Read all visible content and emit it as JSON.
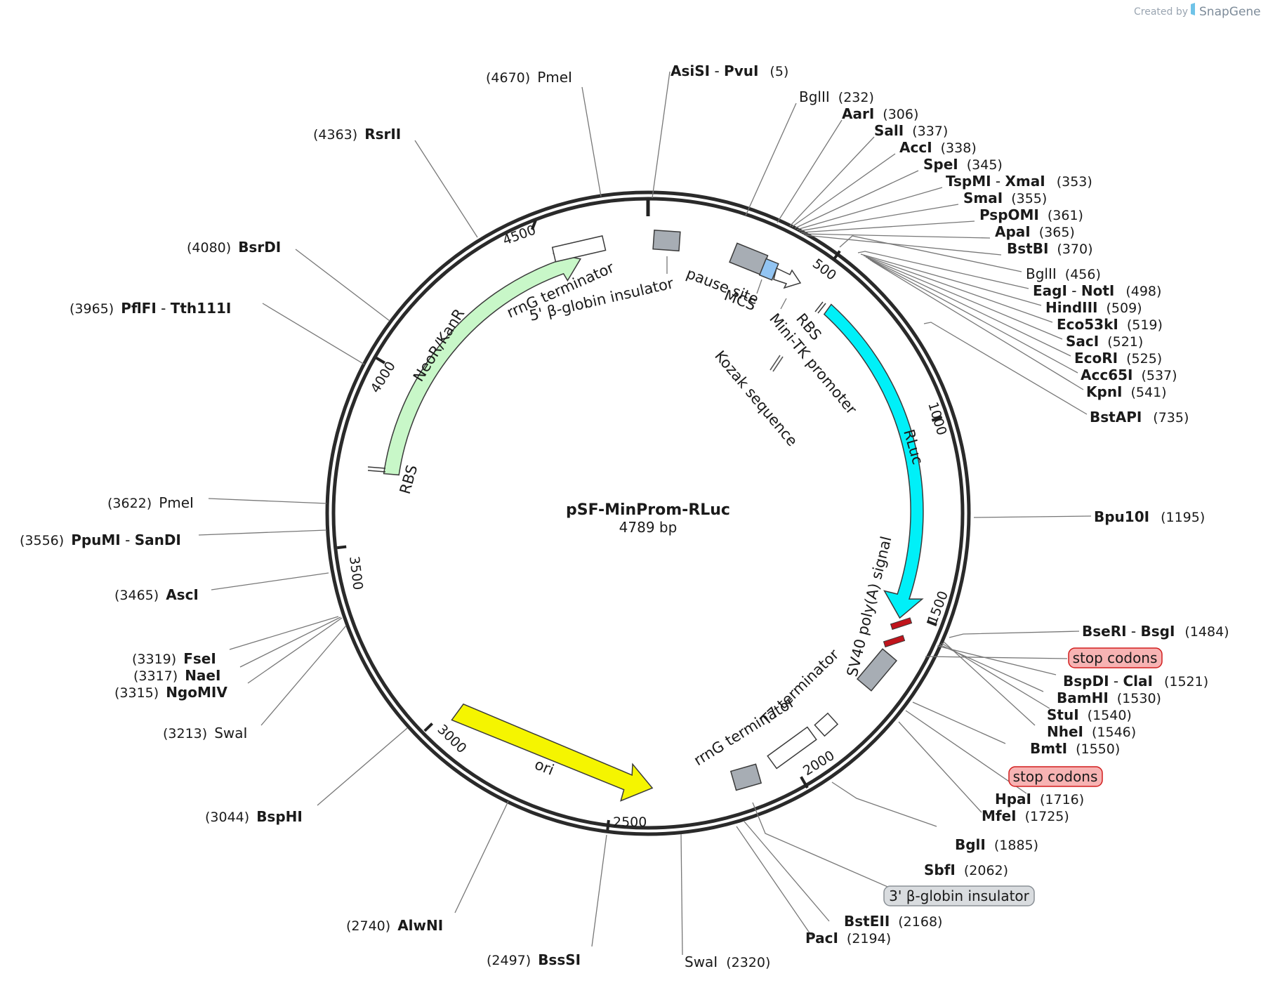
{
  "credit": {
    "created_by": "Created by",
    "brand": "SnapGene"
  },
  "plasmid": {
    "name": "pSF-MinProm-RLuc",
    "size": "4789 bp",
    "length": 4789
  },
  "ticks": [
    500,
    1000,
    1500,
    2000,
    2500,
    3000,
    3500,
    4000,
    4500
  ],
  "colors": {
    "rluc": "#00f0f8",
    "neo": "#c8f7c8",
    "ori": "#f5f500",
    "grey_feature": "#a7adb4",
    "rbs_blue": "#92c4f2",
    "stop_red": "#c0141c",
    "badge_red": "#f7b3b3",
    "badge_grey": "#d9dcdf"
  },
  "features": {
    "pause_site": "pause site",
    "mcs": "MCS",
    "rbs_top": "RBS",
    "mini_tk": "Mini-TK promoter",
    "kozak": "Kozak sequence",
    "rluc": "RLuc",
    "sv40": "SV40 poly(A) signal",
    "t7": "T7 terminator",
    "rrng_bottom": "rrnG terminator",
    "ori": "ori",
    "neo": "NeoR/KanR",
    "rbs_left": "RBS",
    "rrng_top": "rrnG terminator",
    "globin5": "5' β-globin insulator"
  },
  "sites": [
    {
      "parts": [
        "AsiSI",
        " - ",
        "PvuI"
      ],
      "pos": "(5)"
    },
    {
      "parts": [
        "BglII"
      ],
      "pos": "(232)"
    },
    {
      "parts": [
        "AarI"
      ],
      "pos": "(306)"
    },
    {
      "parts": [
        "SalI"
      ],
      "pos": "(337)"
    },
    {
      "parts": [
        "AccI"
      ],
      "pos": "(338)"
    },
    {
      "parts": [
        "SpeI"
      ],
      "pos": "(345)"
    },
    {
      "parts": [
        "TspMI",
        " - ",
        "XmaI"
      ],
      "pos": "(353)"
    },
    {
      "parts": [
        "SmaI"
      ],
      "pos": "(355)"
    },
    {
      "parts": [
        "PspOMI"
      ],
      "pos": "(361)"
    },
    {
      "parts": [
        "ApaI"
      ],
      "pos": "(365)"
    },
    {
      "parts": [
        "BstBI"
      ],
      "pos": "(370)"
    },
    {
      "parts": [
        "BglII"
      ],
      "pos": "(456)"
    },
    {
      "parts": [
        "EagI",
        " - ",
        "NotI"
      ],
      "pos": "(498)"
    },
    {
      "parts": [
        "HindIII"
      ],
      "pos": "(509)"
    },
    {
      "parts": [
        "Eco53kI"
      ],
      "pos": "(519)"
    },
    {
      "parts": [
        "SacI"
      ],
      "pos": "(521)"
    },
    {
      "parts": [
        "EcoRI"
      ],
      "pos": "(525)"
    },
    {
      "parts": [
        "Acc65I"
      ],
      "pos": "(537)"
    },
    {
      "parts": [
        "KpnI"
      ],
      "pos": "(541)"
    },
    {
      "parts": [
        "BstAPI"
      ],
      "pos": "(735)"
    },
    {
      "parts": [
        "Bpu10I"
      ],
      "pos": "(1195)"
    },
    {
      "parts": [
        "BseRI",
        " - ",
        "BsgI"
      ],
      "pos": "(1484)"
    },
    {
      "parts": [
        "BspDI",
        " - ",
        "ClaI"
      ],
      "pos": "(1521)"
    },
    {
      "parts": [
        "BamHI"
      ],
      "pos": "(1530)"
    },
    {
      "parts": [
        "StuI"
      ],
      "pos": "(1540)"
    },
    {
      "parts": [
        "NheI"
      ],
      "pos": "(1546)"
    },
    {
      "parts": [
        "BmtI"
      ],
      "pos": "(1550)"
    },
    {
      "parts": [
        "HpaI"
      ],
      "pos": "(1716)"
    },
    {
      "parts": [
        "MfeI"
      ],
      "pos": "(1725)"
    },
    {
      "parts": [
        "BglI"
      ],
      "pos": "(1885)"
    },
    {
      "parts": [
        "SbfI"
      ],
      "pos": "(2062)"
    },
    {
      "parts": [
        "BstEII"
      ],
      "pos": "(2168)"
    },
    {
      "parts": [
        "PacI"
      ],
      "pos": "(2194)"
    },
    {
      "parts": [
        "SwaI"
      ],
      "pos": "(2320)"
    },
    {
      "parts": [
        "BssSI"
      ],
      "pos": "(2497)"
    },
    {
      "parts": [
        "AlwNI"
      ],
      "pos": "(2740)"
    },
    {
      "parts": [
        "BspHI"
      ],
      "pos": "(3044)"
    },
    {
      "parts": [
        "SwaI"
      ],
      "pos": "(3213)"
    },
    {
      "parts": [
        "NgoMIV"
      ],
      "pos": "(3315)"
    },
    {
      "parts": [
        "NaeI"
      ],
      "pos": "(3317)"
    },
    {
      "parts": [
        "FseI"
      ],
      "pos": "(3319)"
    },
    {
      "parts": [
        "AscI"
      ],
      "pos": "(3465)"
    },
    {
      "parts": [
        "PpuMI",
        " - ",
        "SanDI"
      ],
      "pos": "(3556)"
    },
    {
      "parts": [
        "PmeI"
      ],
      "pos": "(3622)"
    },
    {
      "parts": [
        "PflFI",
        " - ",
        "Tth111I"
      ],
      "pos": "(3965)"
    },
    {
      "parts": [
        "BsrDI"
      ],
      "pos": "(4080)"
    },
    {
      "parts": [
        "RsrII"
      ],
      "pos": "(4363)"
    },
    {
      "parts": [
        "PmeI"
      ],
      "pos": "(4670)"
    }
  ],
  "badges": {
    "stop1": "stop codons",
    "stop2": "stop codons",
    "globin3": "3' β-globin insulator"
  }
}
